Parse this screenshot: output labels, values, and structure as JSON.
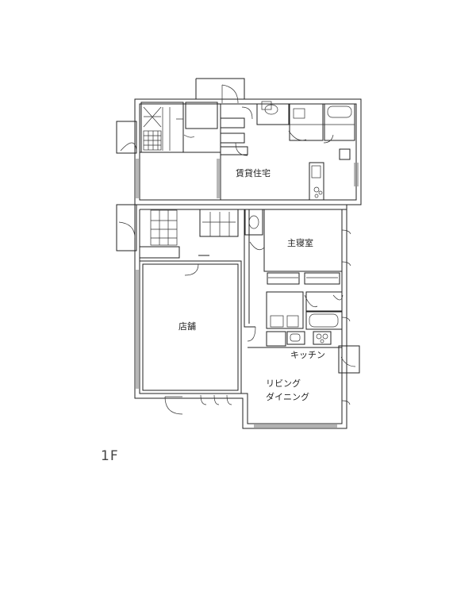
{
  "rooms": {
    "rental_housing": "賃貸住宅",
    "master_bedroom": "主寝室",
    "shop": "店舗",
    "kitchen": "キッチン",
    "living_line1": "リビング",
    "living_line2": "ダイニング"
  },
  "floor_label": "1F"
}
